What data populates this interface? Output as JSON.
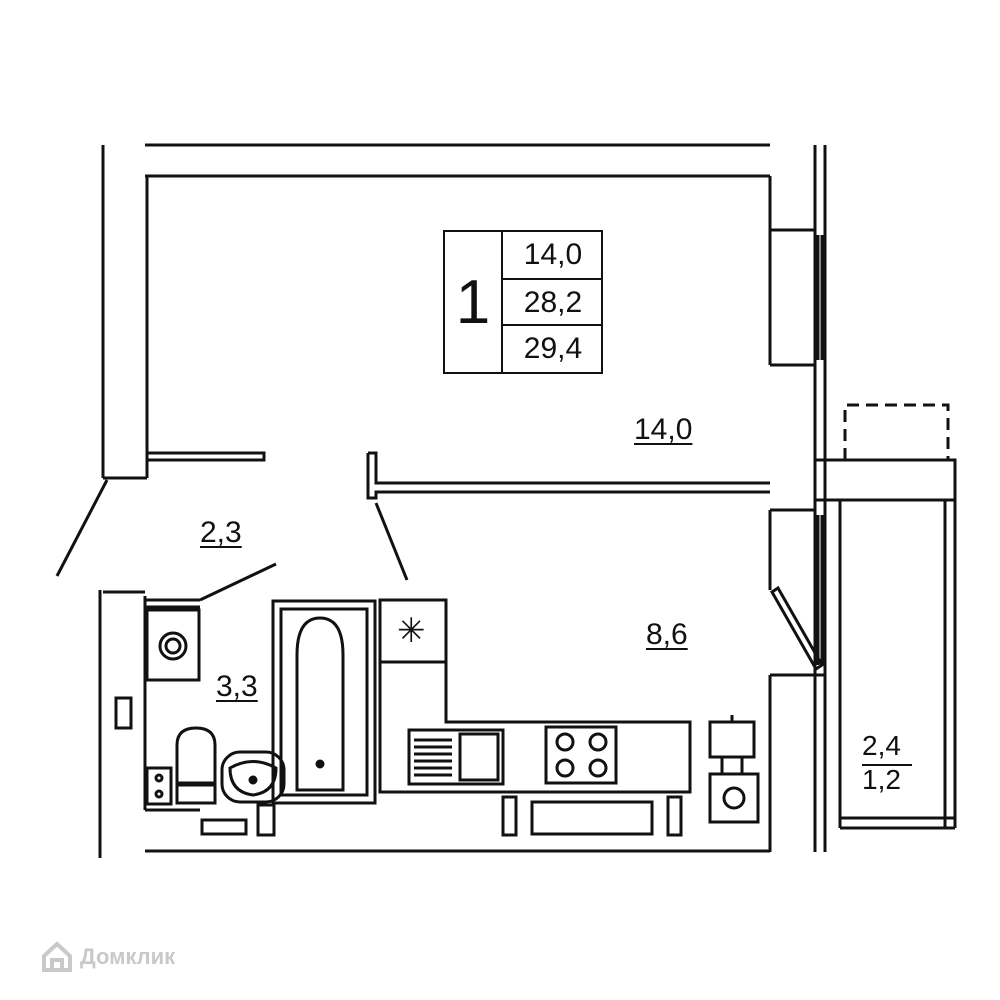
{
  "legend": {
    "rooms": "1",
    "living_area": "14,0",
    "total_area": "28,2",
    "total_with_balcony": "29,4"
  },
  "rooms": {
    "living_room": "14,0",
    "hallway": "2,3",
    "bathroom": "3,3",
    "kitchen": "8,6",
    "balcony_area": "2,4",
    "balcony_area_reduced": "1,2"
  },
  "symbols": {
    "ventilation_shaft": "✳"
  },
  "watermark": {
    "text": "Домклик",
    "icon": "house-logo-icon",
    "color": "#c9c9c9"
  },
  "colors": {
    "line": "#111111",
    "wall_fill": "#ffffff"
  }
}
